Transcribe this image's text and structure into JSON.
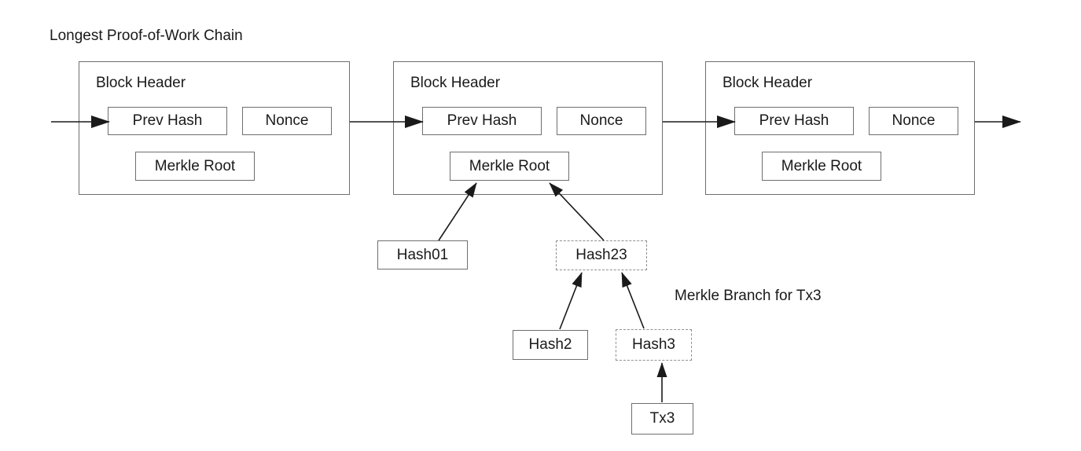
{
  "title": "Longest Proof-of-Work Chain",
  "blocks": [
    {
      "title": "Block Header",
      "prev_hash": "Prev Hash",
      "nonce": "Nonce",
      "merkle_root": "Merkle Root"
    },
    {
      "title": "Block Header",
      "prev_hash": "Prev Hash",
      "nonce": "Nonce",
      "merkle_root": "Merkle Root"
    },
    {
      "title": "Block Header",
      "prev_hash": "Prev Hash",
      "nonce": "Nonce",
      "merkle_root": "Merkle Root"
    }
  ],
  "merkle_tree": {
    "hash01": "Hash01",
    "hash23": "Hash23",
    "hash2": "Hash2",
    "hash3": "Hash3",
    "tx3": "Tx3",
    "branch_label": "Merkle Branch for Tx3"
  },
  "colors": {
    "background": "#ffffff",
    "text": "#1a1a1a",
    "solid_border": "#6e6e6e",
    "dashed_border": "#8f8f8f",
    "arrow": "#1a1a1a"
  }
}
